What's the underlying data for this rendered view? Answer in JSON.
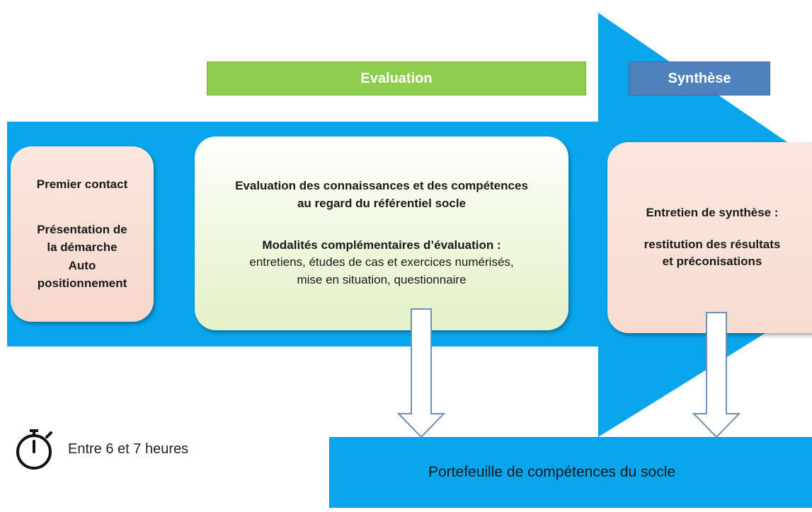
{
  "colors": {
    "arrow_blue": "#0aa6ed",
    "evaluation_green": "#8fcd4e",
    "synthese_blue": "#4f81bd",
    "box_pink": "#f6d7cc",
    "box_green": "#e4f1c8"
  },
  "headers": {
    "evaluation": "Evaluation",
    "synthese": "Synthèse"
  },
  "box_left": {
    "line1": "Premier contact",
    "line2": "Présentation de",
    "line3": "la démarche",
    "line4": "Auto",
    "line5": "positionnement"
  },
  "box_middle": {
    "line1": "Evaluation des connaissances et des compétences",
    "line2": "au regard du référentiel socle",
    "line3": "Modalités complémentaires d’évaluation  :",
    "line4": "entretiens, études de cas et exercices  numérisés,",
    "line5": "mise en situation, questionnaire"
  },
  "box_right": {
    "line1": "Entretien de synthèse :",
    "line2": "restitution des résultats",
    "line3": "et préconisations"
  },
  "portfolio": {
    "label": "Portefeuille de compétences du socle"
  },
  "timer": {
    "icon": "stopwatch-icon",
    "label": "Entre 6 et 7 heures"
  }
}
